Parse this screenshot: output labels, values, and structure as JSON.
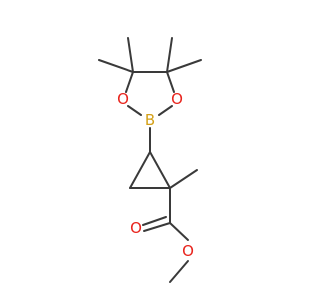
{
  "molecule": {
    "atoms": {
      "O1": "O",
      "O2": "O",
      "B": "B",
      "O_carbonyl": "O",
      "O_ester": "O"
    },
    "colors": {
      "bond": "#3a3a3a",
      "oxygen": "#e8231c",
      "boron": "#d4a017"
    }
  }
}
